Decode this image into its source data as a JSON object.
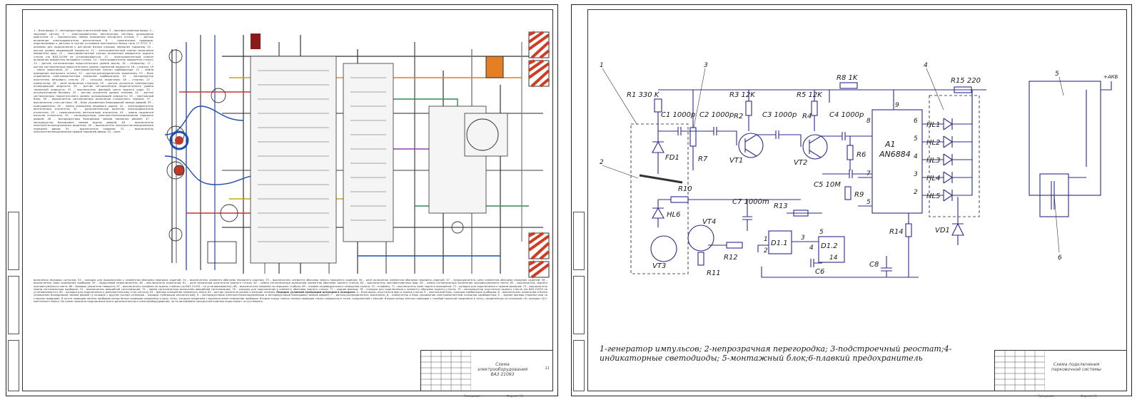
{
  "left_sheet": {
    "legend_intro": "1 – блок-фары; 2 – моторедукторы очистителей фар; 3 – противотуманные фары; 4 – звуковой сигнал; 5 – электродвигатель вентилятора системы охлаждения двигателя; 6 – выключатель лампы освещения моторного отсека; 7 – датчик включения электродвигателя вентилятора; 8 – наконечники проводов, подключаемые к датчику в случае установки монтажного блока типа 17.3722; 9 – разъемы для подключения к датчикам износа колодок передних тормозов; 10 – датчик уровня омывающей жидкости; 11 – электромагнитный клапан включения омывателя фар; 12 – электромагнитный клапан включения омывателя заднего стекла (на ВАЗ-21099 не устанавливается); 13 – электромагнитный клапан включения омывателя ветрового стекла; 14 – электродвигатель омывателя стекол; 15 – датчик сигнализатора недостаточного уровня масла; 16 – генератор; 17 – датчик сигнализатора недостаточного уровня тормозной жидкости; 18 – стартер; 19 – свечи зажигания; 20 – электромагнитный клапан карбюратора; 21 – лампа освещения моторного отсека; 22 – датчик-распределитель зажигания; 23 – блок управления электромагнитным клапаном карбюратора; 24 – моторедуктор очистителя ветрового стекла; 25 – катушка зажигания; 26 – стартер; 27 – коммутатор; 28 – реле включения стартера; 29 – датчик указателя температуры охлаждающей жидкости; 30 – датчик сигнализатора недостаточного уровня тормозной жидкости; 31 – выключатель фонарей света заднего хода; 32 – аккумуляторная батарея; 33 – датчик указателя уровня топлива; 34 – датчик сигнализатора недостаточного уровня охлаждающей жидкости; 35 – монтажный блок; 36 – выключатель сигнализатора включения стояночного тормоза; 37 – выключатель стоп-сигнала; 38 – блок управления блокировкой замков дверей; 39 – прикуриватель; 40 – лампа освещения вещевого ящика; 41 – электродвигатель вентилятора отопителя; 42 – дополнительный резистор электродвигателя отопителя; 43 – переключатель вентилятора отопителя; 44 – лампа подсветки рычагов отопителя; 45 – моторедукторы электростеклоподъемников передних дверей; 46 – моторедукторы блокировки замков передних дверей; 47 – моторедуктор блокировки замков задних дверей; 48 – выключатель электростеклоподъемника водителя; 49 – выключатель электростеклоподъемника передней двери; 50 – выключатель плафона; 51 – выключатель электростеклоподъемника правой передней двери; 52 – реле",
    "legend_continued": "включения звуковых сигналов; 53 – колодки для подключения к элементам обогрева передних сидений; 54 – выключатель элемента обогрева переднего сидения; 55 – выключатель элемента обогрева левого переднего сидения; 56 – реле включения элементов обогрева передних сидений; 57 – предохранитель цепи элементов обогрева передних сидений; 58 – выключатель ламп освещения приборов; 59 – подрулевой переключатель; 60 – выключатель зажигания; 61 – реле включения очистителя заднего стекла; 62 – лампа сигнализатора включения элементов обогрева заднего стекла; 63 – выключатель противотуманных фар; 64 – лампа сигнализатора включения противотуманного света; 65 – выключатель заднего противотуманного света; 66 – боковые указатели поворота; 67 – выключатель плафона на задних стойках (на ВАЗ-21093 – не устанавливаются); 68 – выключатели плафона на передних стойках; 69 – плафон индивидуального освещения салона; 70 – плафоны; 71 – выключатель ламп заднего освещения; 72 – колодка для подключения к задним фонарям; 73 – выключатель лампы сигнализатора приборов; 74 – выключатель аварийной сигнализации; 75 – лампа сигнализатора включения аварийной сигнализации; 76 – колодки для подключения к элементу обогрева заднего стекла; 77 – задние фонари; 78 – колодки для подключения к элементу обогрева заднего стекла; 79 – моторедуктор очистителя заднего стекла (на ВАЗ-21093 не устанавливается); 80 – колодки для подключения к дополнительному стоп-сигналу; 81 – фонарь освещения номерного знака; 82 – датчик указателя уровня и резерва топлива.",
    "legend_order_heading": "Порядок условной нумерации штекеров в колодках:",
    "legend_order": "А – блок-фары, очистители фар и задние стекла; Б – монтажный блок, колодки комбинации приборов; В – выключатель зажигания и блока управления блокировкой замков дверей (у колодок с другим числом штекеров – порядок нумерации аналогичный); Б – моторедукторов электростеклоподъемников и моторедукторов блокировки замков дверей; Г – датчик-распределитель зажигания; Д – коммутатор и блок управления электромагнитным клапаном карбюратора; Е – задние фонари (показан вид со стороны проводов). В жгуте проводов панели приборов концы белых проводов соединены в одну точку, которая соединена с выключателем освещения приборов. Вторые концы тонких черных проводов также соединены в точке, соединенной с массой. Вторые концы желтых проводов с голубой полоской соединены в точку, соединенную со штекером «4» колодки «Х1» монтажного блока. На схеме показано подключение всего дополнительного электрооборудования, но на автомобиле конкретной комплектации может отсутствовать.",
    "title_block": {
      "title_line1": "Схема электрооборудования",
      "title_line2": "ВАЗ 21093",
      "sheet_no": "11",
      "format_label": "Копировал",
      "format_value": "Формат А1"
    }
  },
  "right_sheet": {
    "caption": "1-генератор импульсов; 2-непрозрачная перегородка; 3-подстроечный реостат;4-индикаторные светодиоды; 5-монтажный блок;6-плавкий предохранитель",
    "title_block": {
      "title_line1": "Схема подключения",
      "title_line2": "парковочной системы",
      "format_label": "Копировал",
      "format_value": "Формат А1"
    },
    "callouts": [
      "1",
      "2",
      "3",
      "4",
      "5",
      "6"
    ],
    "components": {
      "R1": "R1 330 K",
      "C1": "C1 1000p",
      "C2": "C2 1000p",
      "R3": "R3 12K",
      "R2": "R2",
      "C3": "C3 1000p",
      "R5": "R5 12K",
      "R4": "R4",
      "C4": "C4 1000p",
      "R8": "R8 1K",
      "R15": "R15 220",
      "FD1": "FD1",
      "R7": "R7",
      "VT1": "VT1",
      "VT2": "VT2",
      "R6": "R6",
      "A1a": "A1",
      "A1b": "AN6884",
      "HL1": "HL1",
      "HL2": "HL2",
      "HL3": "HL3",
      "HL4": "HL4",
      "HL5": "HL5",
      "C5": "C5 10M",
      "R9": "R9",
      "R10": "R10",
      "HL6": "HL6",
      "C7": "C7 1000m",
      "R13": "R13",
      "D1_1": "D1.1",
      "D1_2": "D1.2",
      "C6": "C6",
      "VT3": "VT3",
      "VT4": "VT4",
      "R12": "R12",
      "R11": "R11",
      "R14": "R14",
      "C8": "C8",
      "VD1": "VD1",
      "AKB": "+АКБ"
    },
    "pin_labels": [
      "8",
      "9",
      "6",
      "5",
      "4",
      "3",
      "2",
      "7",
      "5",
      "1",
      "2",
      "3",
      "4",
      "5",
      "14"
    ]
  }
}
